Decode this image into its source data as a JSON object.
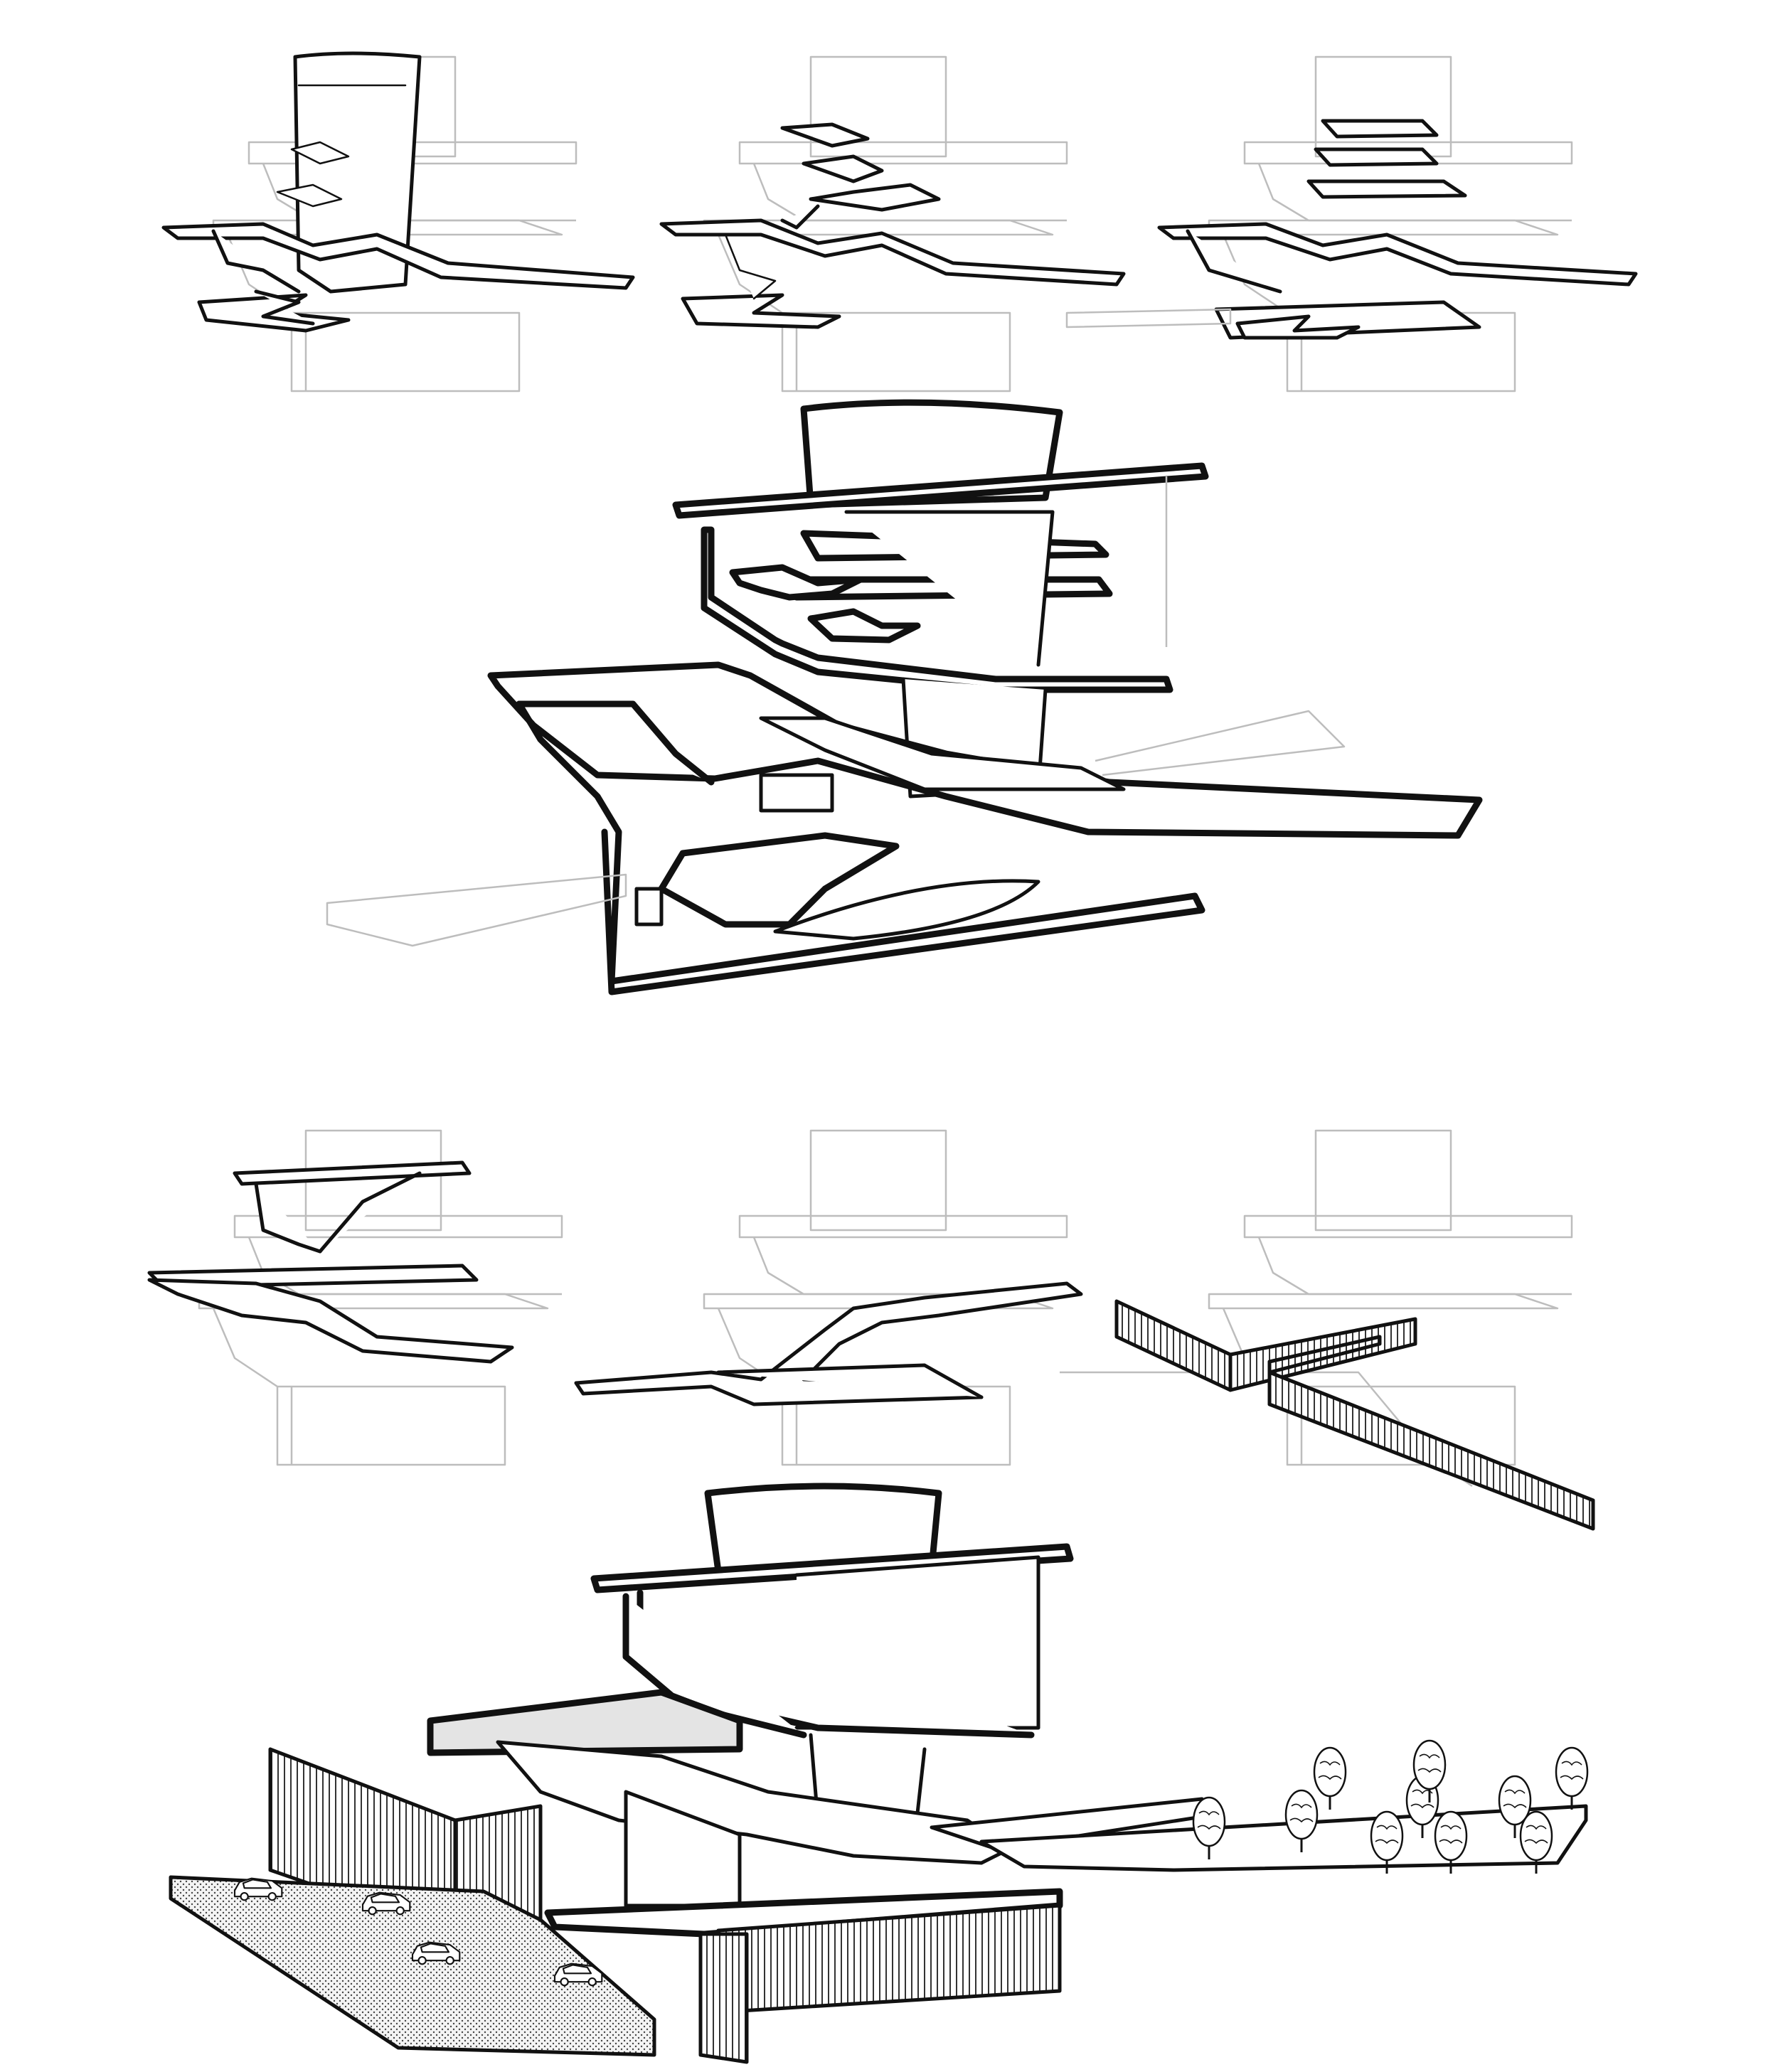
{
  "diagram": {
    "kind": "architectural exploded axonometric sequence",
    "rows": [
      {
        "row": 1,
        "panels": [
          "tower-core-sketch",
          "tower-ramps-sketch",
          "tower-floors-sketch"
        ]
      },
      {
        "row": 2,
        "panels": [
          "full-section-axonometric"
        ]
      },
      {
        "row": 3,
        "panels": [
          "upper-decks-sketch",
          "lower-ramp-sketch",
          "site-walls-sketch"
        ]
      },
      {
        "row": 4,
        "panels": [
          "site-axonometric"
        ]
      }
    ],
    "site_elements": {
      "cars": 4,
      "trees": 10
    },
    "colors": {
      "ink": "#111111",
      "ghost": "#bdbdbd",
      "tone": "#e4e4e4",
      "paper": "#ffffff"
    }
  }
}
